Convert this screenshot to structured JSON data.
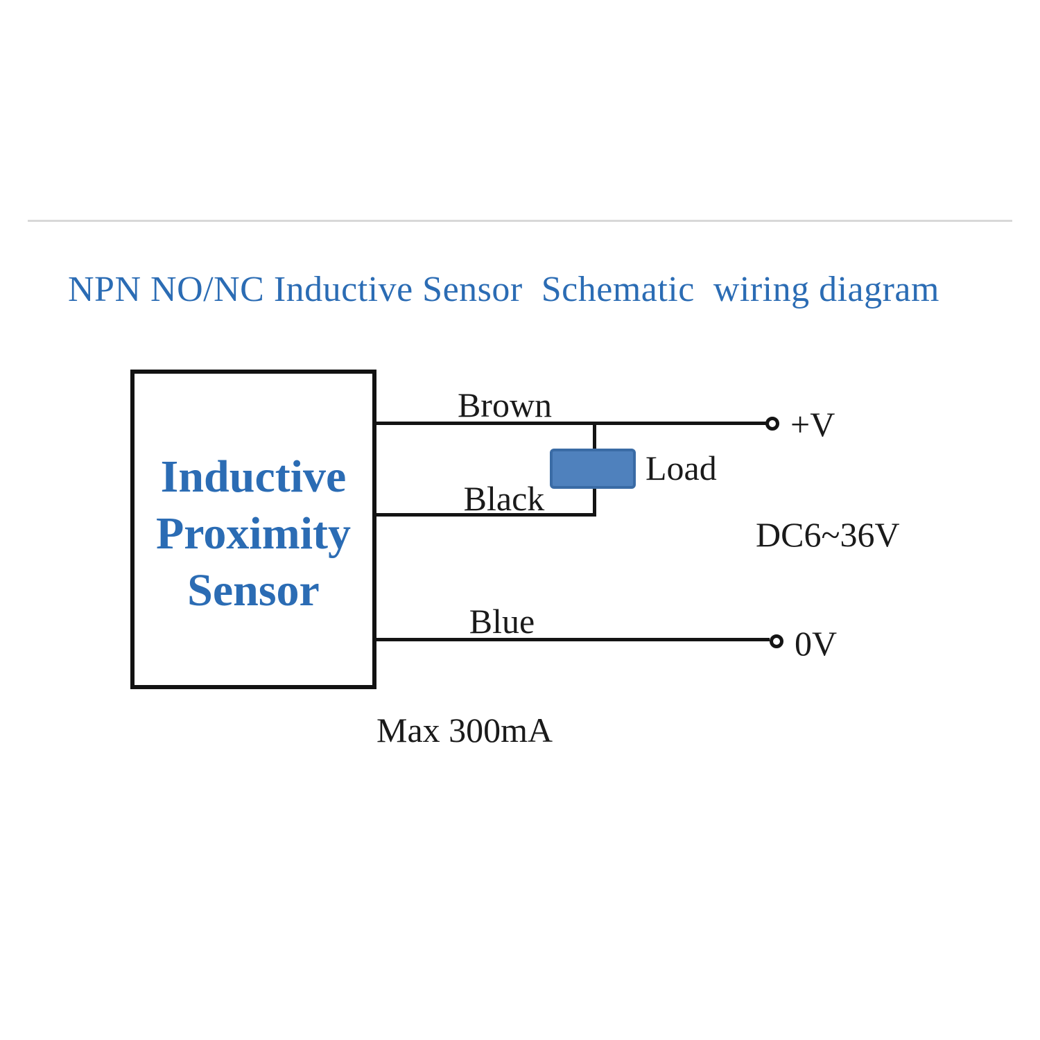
{
  "title": {
    "text": "NPN NO/NC Inductive Sensor  Schematic  wiring diagram",
    "color": "#2b6cb4"
  },
  "sensor_box": {
    "lines": [
      "Inductive",
      "Proximity",
      "Sensor"
    ],
    "label_color": "#2b6cb4",
    "border_color": "#121212"
  },
  "wires": {
    "brown_label": "Brown",
    "black_label": "Black",
    "blue_label": "Blue",
    "wire_color": "#141414"
  },
  "load": {
    "label": "Load",
    "fill_color": "#4f81bd",
    "border_color": "#3a6ba5"
  },
  "terminals": {
    "positive_label": "+V",
    "ground_label": "0V"
  },
  "power": {
    "voltage_range": "DC6~36V"
  },
  "current": {
    "max_rating": "Max 300mA"
  },
  "divider": {
    "color": "#d8d8d8"
  }
}
